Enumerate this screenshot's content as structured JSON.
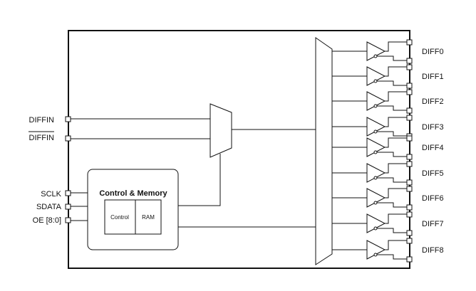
{
  "inputs": {
    "diffin": "DIFFIN",
    "diffin_bar": "DIFFIN",
    "sclk": "SCLK",
    "sdata": "SDATA",
    "oe": "OE [8:0]"
  },
  "control_block": {
    "title": "Control & Memory",
    "control_label": "Control",
    "ram_label": "RAM"
  },
  "outputs": [
    "DIFF0",
    "DIFF1",
    "DIFF2",
    "DIFF3",
    "DIFF4",
    "DIFF5",
    "DIFF6",
    "DIFF7",
    "DIFF8"
  ]
}
